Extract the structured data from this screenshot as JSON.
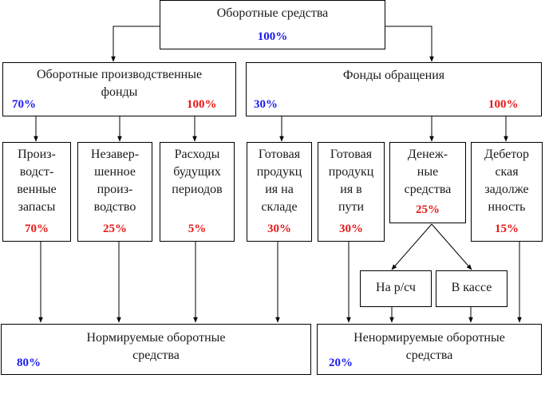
{
  "colors": {
    "blue": "#1a1af0",
    "red": "#e81818",
    "line": "#000000"
  },
  "top": {
    "label": "Оборотные средства",
    "pct": "100%"
  },
  "production": {
    "label": "Оборотные производственные\nфонды",
    "pct_left": "70%",
    "pct_right": "100%"
  },
  "circulation": {
    "label": "Фонды обращения",
    "pct_left": "30%",
    "pct_right": "100%"
  },
  "items": {
    "zapasy": {
      "label": "Произ-\nводст-\nвенные\nзапасы",
      "pct": "70%"
    },
    "nezaversh": {
      "label": "Незавер-\nшенное\nпроиз-\nводство",
      "pct": "25%"
    },
    "rashody": {
      "label": "Расходы\nбудущих\nпериодов",
      "pct": "5%"
    },
    "gp_sklad": {
      "label": "Готовая\nпродукц\nия на\nскладе",
      "pct": "30%"
    },
    "gp_puti": {
      "label": "Готовая\nпродукц\nия в\nпути",
      "pct": "30%"
    },
    "dengi": {
      "label": "Денеж-\nные\nсредства",
      "pct": "25%"
    },
    "debitor": {
      "label": "Дебетор\nская\nзадолже\nнность",
      "pct": "15%"
    }
  },
  "cash": {
    "rs": "На р/сч",
    "kassa": "В кассе"
  },
  "normed": {
    "label": "Нормируемые оборотные\nсредства",
    "pct": "80%"
  },
  "unnormed": {
    "label": "Ненормируемые оборотные\nсредства",
    "pct": "20%"
  }
}
